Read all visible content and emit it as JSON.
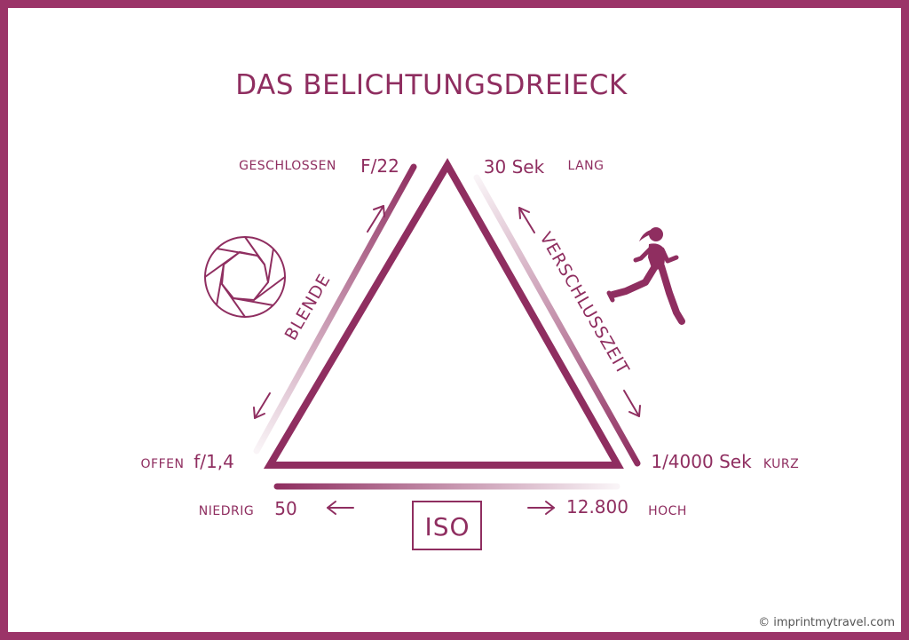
{
  "title": "DAS BELICHTUNGSDREIECK",
  "aperture": {
    "axis_label": "BLENDE",
    "closed_label": "GESCHLOSSEN",
    "closed_value": "F/22",
    "open_label": "OFFEN",
    "open_value": "f/1,4",
    "icon": "aperture-icon"
  },
  "shutter": {
    "axis_label": "VERSCHLUSSZEIT",
    "long_label": "LANG",
    "long_value": "30 Sek",
    "short_label": "KURZ",
    "short_value": "1/4000 Sek",
    "icon": "runner-icon"
  },
  "iso": {
    "axis_label": "ISO",
    "low_label": "NIEDRIG",
    "low_value": "50",
    "high_label": "HOCH",
    "high_value": "12.800"
  },
  "copyright": "© imprintmytravel.com",
  "colors": {
    "accent": "#8f2e60",
    "frame": "#9b3468",
    "background": "#ffffff"
  }
}
